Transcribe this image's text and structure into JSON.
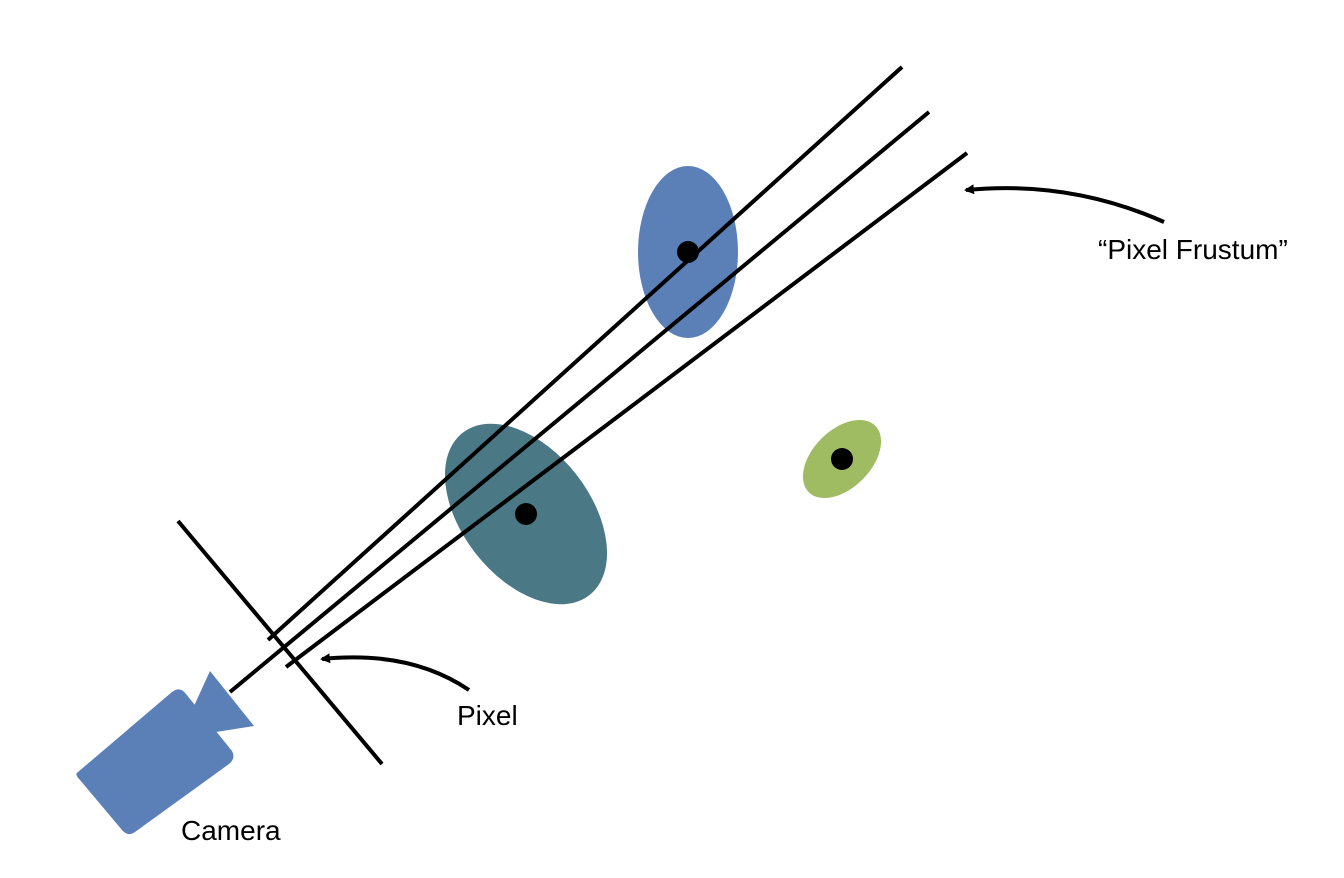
{
  "labels": {
    "pixel_frustum": "“Pixel Frustum”",
    "pixel": "Pixel",
    "camera": "Camera"
  },
  "colors": {
    "camera": "#5b80b8",
    "gaussian_top": "#5b80b8",
    "gaussian_middle": "#4a7885",
    "gaussian_right": "#a0bc62",
    "lines": "#000000",
    "background": "#ffffff"
  },
  "icons": {
    "camera": "video-camera-icon"
  }
}
